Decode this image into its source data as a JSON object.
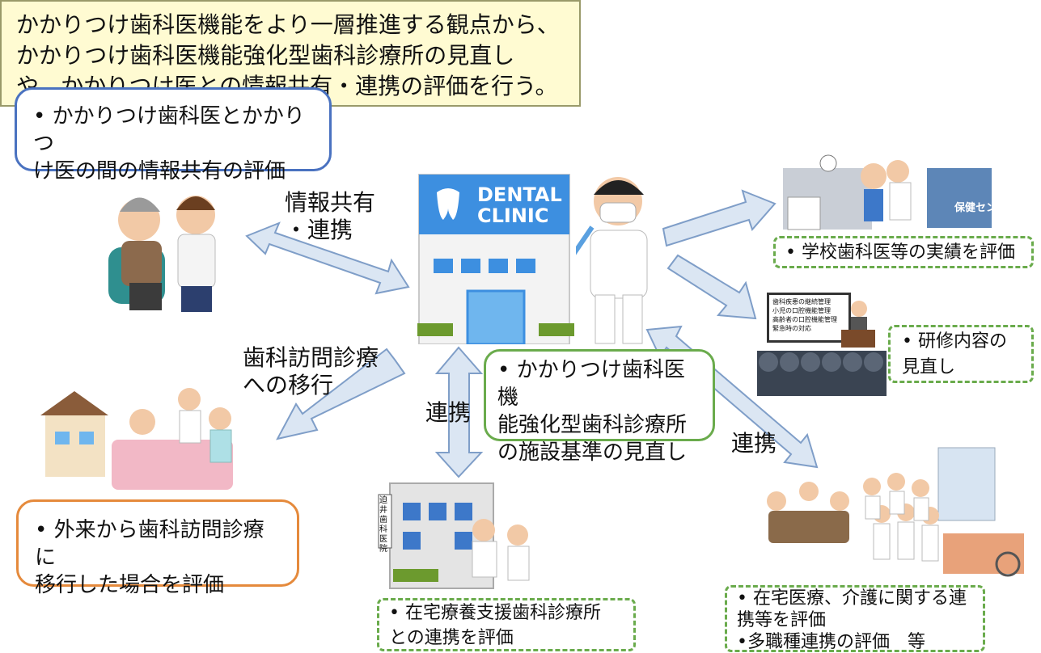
{
  "summary": {
    "line1": "かかりつけ歯科医機能をより一層推進する観点から、",
    "line2": "かかりつけ歯科医機能強化型歯科診療所の見直し",
    "line3": "や、かかりつけ医との情報共有・連携の評価を行う。"
  },
  "callouts": {
    "top_left": "• かかりつけ歯科医とかかりつ\nけ医の間の情報共有の評価",
    "center": "• かかりつけ歯科医機\n能強化型歯科診療所\nの施設基準の見直し",
    "bottom_left": "• 外来から歯科訪問診療に\n移行した場合を評価",
    "school": "• 学校歯科医等の実績を評価",
    "training": "• 研修内容の\n見直し",
    "home_clinic": "• 在宅療養支援歯科診療所\nとの連携を評価",
    "multi": "• 在宅医療、介護に関する連\n携等を評価\n•多職種連携の評価　等"
  },
  "arrow_labels": {
    "info_share": "情報共有\n・連携",
    "visit": "歯科訪問診療\nへの移行",
    "cooperation_down": "連携",
    "cooperation_right": "連携"
  },
  "illustrations": {
    "clinic_sign": "DENTAL\nCLINIC",
    "health_center": "保健センター",
    "lecture_lines": [
      "歯科疾患の継続管理",
      "小児の口腔機能管理",
      "高齢者の口腔機能管理",
      "緊急時の対応"
    ],
    "clinic_building_sign": "迫井歯科医院"
  },
  "colors": {
    "arrow_fill": "#dbe6f3",
    "arrow_stroke": "#7f9ec8",
    "summary_bg": "#fffbd2"
  }
}
